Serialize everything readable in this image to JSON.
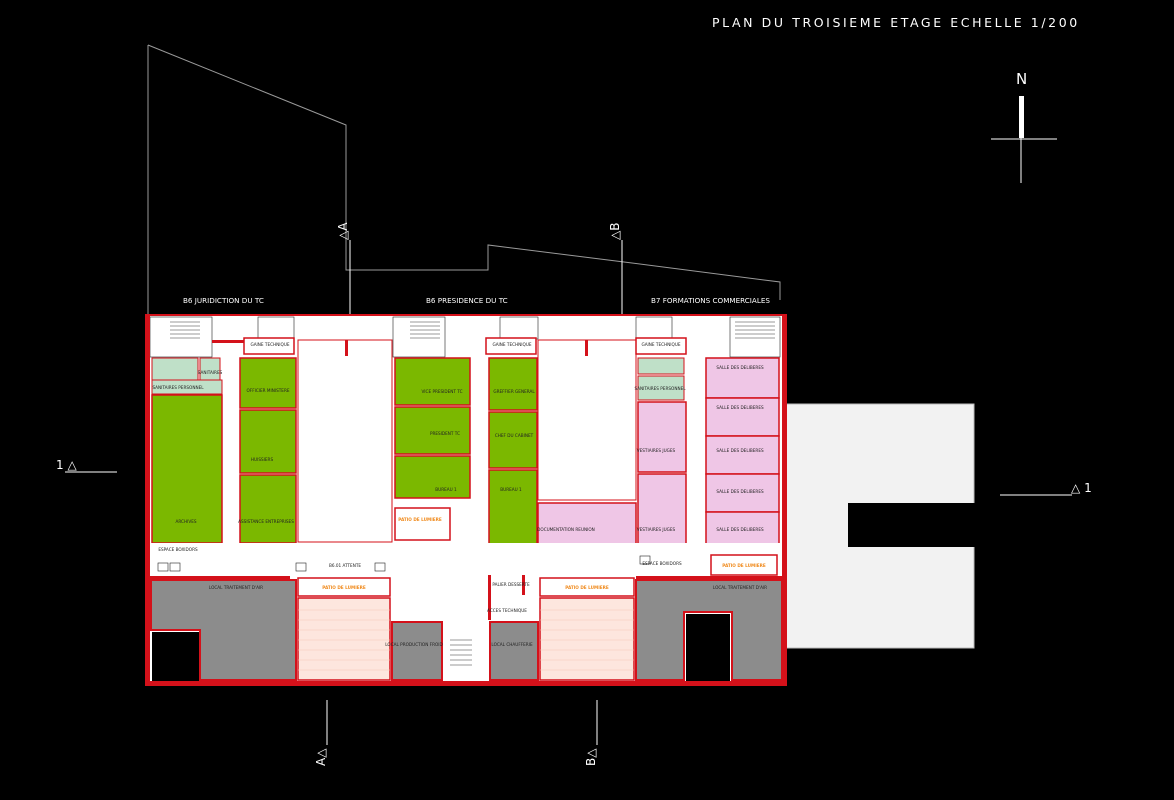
{
  "title": "PLAN DU TROISIEME ETAGE   ECHELLE 1/200",
  "north_label": "N",
  "section_marks": {
    "a_top": "A",
    "b_top": "B",
    "a_bottom": "A",
    "b_bottom": "B",
    "left_1": "1",
    "right_1": "1",
    "triangle": "△"
  },
  "wings": {
    "b6_juridiction": "B6 JURIDICTION DU TC",
    "b6_presidence": "B6 PRESIDENCE DU TC",
    "b7_formations": "B7 FORMATIONS COMMERCIALES"
  },
  "rooms": {
    "gaine_1": "GAINE TECHNIQUE",
    "gaine_2": "GAINE TECHNIQUE",
    "gaine_3": "GAINE TECHNIQUE",
    "sanitaires_1": "SANITAIRES",
    "sanitaires_pers_1": "SANITAIRES PERSONNEL",
    "officier": "OFFICIER MINISTERE",
    "huissiers": "HUISSIERS",
    "archives": "ARCHIVES",
    "assistance": "ASSISTANCE ENTREPRISES",
    "espace_1": "ESPACE BOXIDORS",
    "attente": "B6.01 ATTENTE",
    "vice_president": "VICE PRESIDENT TC",
    "president": "PRESIDENT TC",
    "bureau_1": "BUREAU 1",
    "greffier": "GREFFIER GENERAL",
    "chef_cabinet": "CHEF DU CABINET",
    "bureau_2": "BUREAU 1",
    "patio_1": "PATIO DE LUMIERE",
    "documentation": "DOCUMENTATION REUNION",
    "sanitaires_pers_2": "SANITAIRES PERSONNEL",
    "vestiaires": "VESTIAIRES JUGES",
    "vestiaires_2": "VESTIAIRES JUGES",
    "salle_1": "SALLE DES DELIBERES",
    "salle_2": "SALLE DES DELIBERES",
    "salle_3": "SALLE DES DELIBERES",
    "salle_4": "SALLE DES DELIBERES",
    "salle_5": "SALLE DES DELIBERES",
    "espace_2": "ESPACE BOXIDORS",
    "patio_2": "PATIO DE LUMIERE",
    "local_traitement_1": "LOCAL TRAITEMENT D'AIR",
    "local_traitement_2": "LOCAL TRAITEMENT D'AIR",
    "patio_3": "PATIO DE LUMIERE",
    "patio_4": "PATIO DE LUMIERE",
    "local_production": "LOCAL PRODUCTION FROID",
    "local_chaufferie": "LOCAL CHAUFFERIE",
    "acces_technique": "ACCES TECHNIQUE",
    "palier": "PALIER DESSERTE"
  },
  "colors": {
    "background": "#000000",
    "office_green": "#7bb800",
    "delib_pink": "#efc6e6",
    "technical_gray": "#8c8c8c",
    "patio_peach": "#fde6de",
    "wall_red": "#d4111a",
    "terrace_white": "#f2f2f2"
  }
}
